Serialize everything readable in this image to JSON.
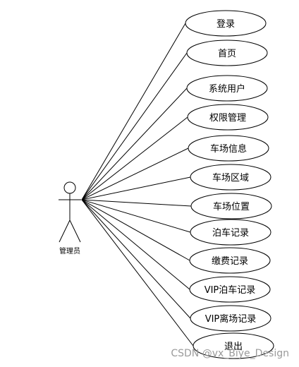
{
  "actor": {
    "label": "管理员",
    "icon": "stick-figure-icon"
  },
  "use_cases": [
    {
      "id": "login",
      "label": "登录"
    },
    {
      "id": "home",
      "label": "首页"
    },
    {
      "id": "system-users",
      "label": "系统用户"
    },
    {
      "id": "permissions",
      "label": "权限管理"
    },
    {
      "id": "lot-info",
      "label": "车场信息"
    },
    {
      "id": "lot-area",
      "label": "车场区域"
    },
    {
      "id": "lot-location",
      "label": "车场位置"
    },
    {
      "id": "parking-records",
      "label": "泊车记录"
    },
    {
      "id": "payment-records",
      "label": "缴费记录"
    },
    {
      "id": "vip-parking-records",
      "label": "VIP泊车记录"
    },
    {
      "id": "vip-exit-records",
      "label": "VIP离场记录"
    },
    {
      "id": "logout",
      "label": "退出"
    }
  ],
  "watermark": "CSDN @vx_Biye_Design",
  "colors": {
    "line": "#000000",
    "background": "#ffffff",
    "watermark": "#9a9a9a"
  }
}
